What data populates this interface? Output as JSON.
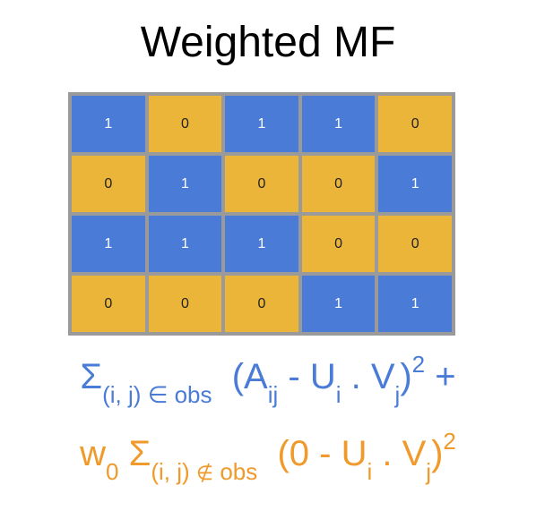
{
  "title": "Weighted MF",
  "matrix": [
    [
      1,
      0,
      1,
      1,
      0
    ],
    [
      0,
      1,
      0,
      0,
      1
    ],
    [
      1,
      1,
      1,
      0,
      0
    ],
    [
      0,
      0,
      0,
      1,
      1
    ]
  ],
  "colors": {
    "one": "#4a7bd6",
    "zero": "#ebb53a",
    "grid": "#9a9a9a",
    "formula_observed": "#4a7bd6",
    "formula_unobserved": "#ef9a2a"
  },
  "formula_observed": {
    "sigma": "Σ",
    "sub_left": "(i, j)",
    "in_symbol": "∈",
    "sub_right": "obs",
    "open": "(A",
    "a_sub": "ij",
    "minus_u": " - U",
    "u_sub": "i",
    "dot_v": " . V",
    "v_sub": "j",
    "close": ")",
    "power": "2",
    "plus": " +"
  },
  "formula_unobserved": {
    "weight": "w",
    "weight_sub": "0",
    "sigma": "Σ",
    "sub_left": "(i, j)",
    "notin_symbol": "∉",
    "sub_right": "obs",
    "open": "(0 - U",
    "u_sub": "i",
    "dot_v": " . V",
    "v_sub": "j",
    "close": ")",
    "power": "2"
  }
}
